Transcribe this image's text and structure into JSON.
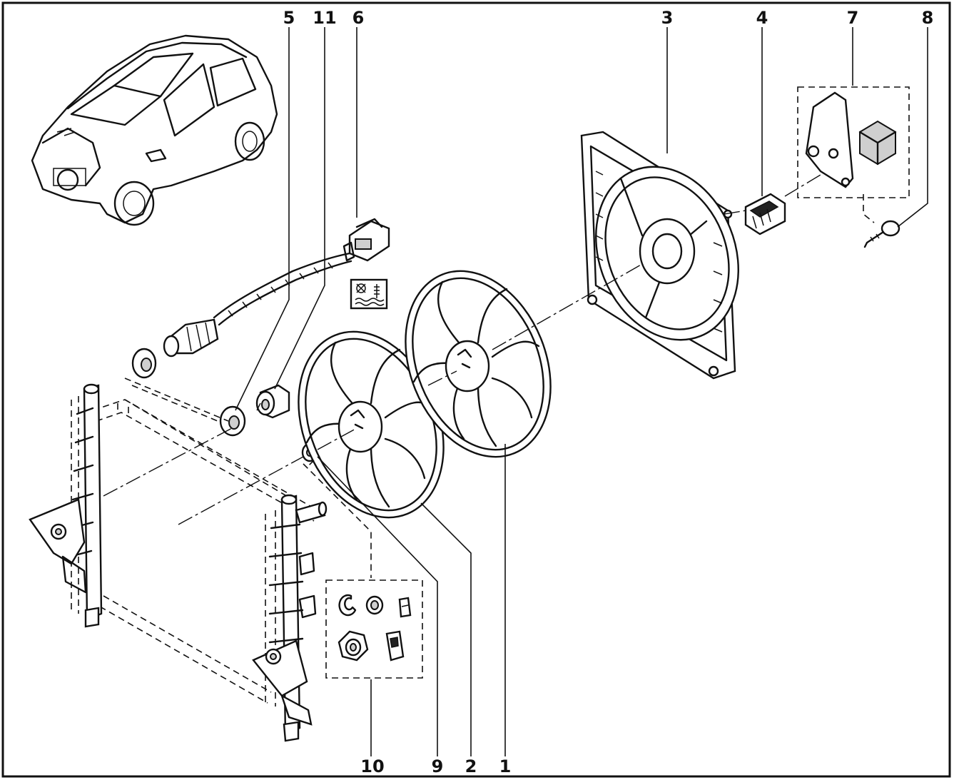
{
  "diagram": {
    "callouts": [
      {
        "id": "c5",
        "label": "5"
      },
      {
        "id": "c11",
        "label": "11"
      },
      {
        "id": "c6",
        "label": "6"
      },
      {
        "id": "c3",
        "label": "3"
      },
      {
        "id": "c4",
        "label": "4"
      },
      {
        "id": "c7",
        "label": "7"
      },
      {
        "id": "c8",
        "label": "8"
      },
      {
        "id": "c10",
        "label": "10"
      },
      {
        "id": "c9",
        "label": "9"
      },
      {
        "id": "c2",
        "label": "2"
      },
      {
        "id": "c1",
        "label": "1"
      }
    ],
    "colors": {
      "ink": "#111111",
      "paper": "#ffffff"
    }
  }
}
